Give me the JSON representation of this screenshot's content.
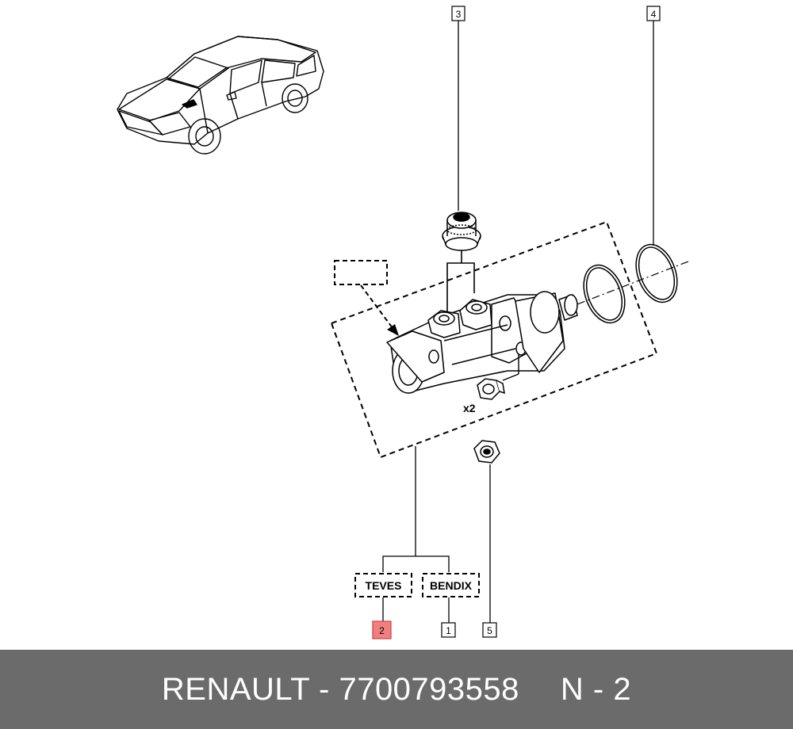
{
  "callouts": {
    "c1": "1",
    "c2": "2",
    "c3": "3",
    "c4": "4",
    "c5": "5"
  },
  "variants": {
    "teves": "TEVES",
    "bendix": "BENDIX"
  },
  "quantity_label": "x2",
  "highlight_color": "#f08080",
  "footer": {
    "brand_part": "RENAULT - 7700793558",
    "page": "N - 2"
  }
}
